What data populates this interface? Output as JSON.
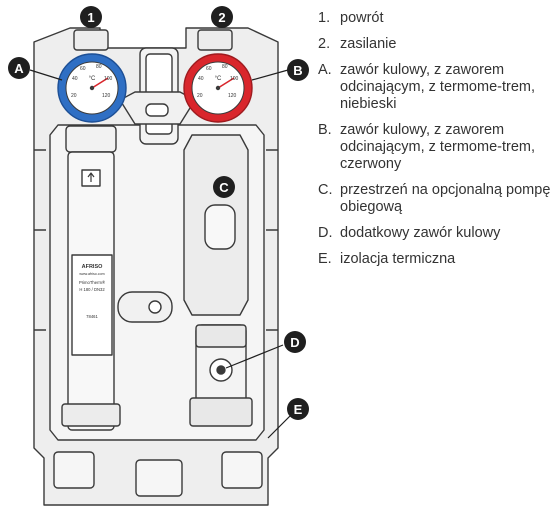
{
  "callouts": {
    "one": "1",
    "two": "2",
    "a": "A",
    "b": "B",
    "c": "C",
    "d": "D",
    "e": "E"
  },
  "gauge": {
    "unit": "°C",
    "ticks": [
      "20",
      "40",
      "60",
      "80",
      "100",
      "120"
    ]
  },
  "pump_label": {
    "brand": "AFRISO",
    "website": "www.afriso.com",
    "product": "PrimoTherm®",
    "model": "H 180 / DN32",
    "code": "78461"
  },
  "legend": [
    {
      "key": "1.",
      "text": "powrót"
    },
    {
      "key": "2.",
      "text": "zasilanie"
    },
    {
      "key": "A.",
      "text": "zawór kulowy, z zaworem odcinającym, z termome-trem, niebieski"
    },
    {
      "key": "B.",
      "text": "zawór kulowy, z zaworem odcinającym, z termome-trem, czerwony"
    },
    {
      "key": "C.",
      "text": "przestrzeń na opcjonalną pompę obiegową"
    },
    {
      "key": "D.",
      "text": "dodatkowy zawór kulowy"
    },
    {
      "key": "E.",
      "text": "izolacja termiczna"
    }
  ],
  "colors": {
    "line": "#3a3a3a",
    "insulation": "#eeeeee",
    "blue": "#2f6fc4",
    "red": "#d9262c",
    "badge": "#1f1f1f",
    "text": "#333333"
  }
}
